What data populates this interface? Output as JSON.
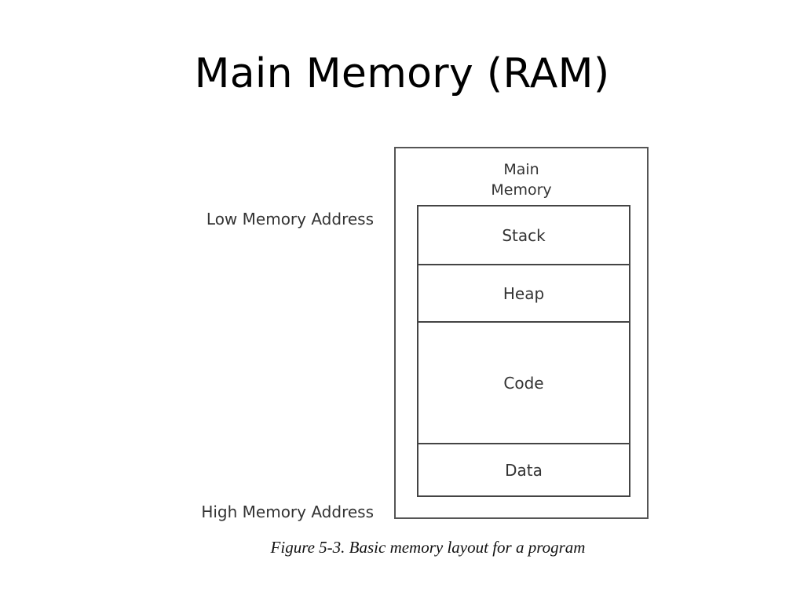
{
  "slide": {
    "title": "Main Memory (RAM)"
  },
  "diagram": {
    "low_address_label": "Low Memory Address",
    "high_address_label": "High Memory Address",
    "memory_header_line1": "Main",
    "memory_header_line2": "Memory",
    "segments": [
      {
        "label": "Stack"
      },
      {
        "label": "Heap"
      },
      {
        "label": "Code"
      },
      {
        "label": "Data"
      }
    ]
  },
  "caption": "Figure 5-3. Basic memory layout for a program"
}
